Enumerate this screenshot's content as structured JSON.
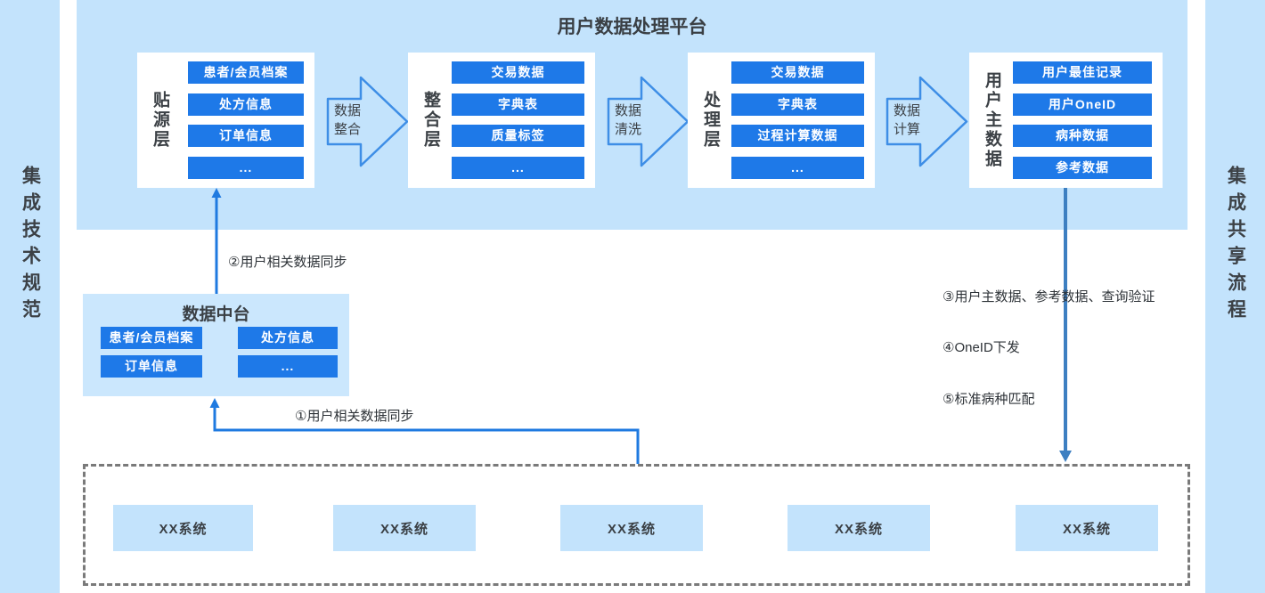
{
  "sidebars": {
    "left": "集成技术规范",
    "right": "集成共享流程"
  },
  "platform": {
    "title": "用户数据处理平台",
    "layers": [
      {
        "label": "贴源层",
        "items": [
          "患者/会员档案",
          "处方信息",
          "订单信息",
          "..."
        ]
      },
      {
        "label": "整合层",
        "items": [
          "交易数据",
          "字典表",
          "质量标签",
          "..."
        ]
      },
      {
        "label": "处理层",
        "items": [
          "交易数据",
          "字典表",
          "过程计算数据",
          "..."
        ]
      },
      {
        "label": "用户主数据",
        "items": [
          "用户最佳记录",
          "用户OneID",
          "病种数据",
          "参考数据"
        ]
      }
    ],
    "process_arrows": [
      "数据整合",
      "数据清洗",
      "数据计算"
    ]
  },
  "data_middle_platform": {
    "title": "数据中台",
    "items": [
      "患者/会员档案",
      "处方信息",
      "订单信息",
      "..."
    ]
  },
  "flow_labels": {
    "step1": "①用户相关数据同步",
    "step2": "②用户相关数据同步",
    "step3": "③用户主数据、参考数据、查询验证",
    "step4": "④OneID下发",
    "step5": "⑤标准病种匹配"
  },
  "systems": {
    "items": [
      "XX系统",
      "XX系统",
      "XX系统",
      "XX系统",
      "XX系统"
    ]
  },
  "colors": {
    "panel_light_blue": "#c3e3fc",
    "mid_box_light_blue": "#cbe7fd",
    "item_blue": "#1e79e8",
    "block_arrow_outline": "#3e8ee6",
    "flow_arrow_bright": "#1f7ae0",
    "flow_arrow_steel": "#3d7fc1",
    "dashed_border_gray": "#7a7a7a",
    "dark_text": "#3c4146"
  }
}
